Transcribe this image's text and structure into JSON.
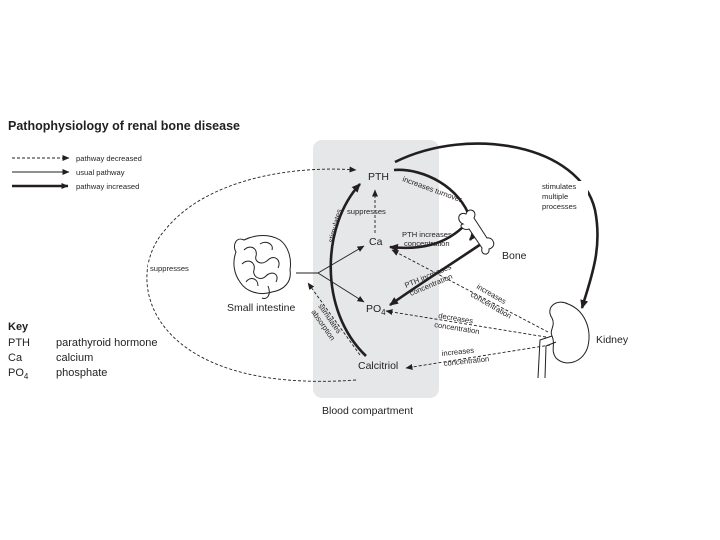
{
  "title": "Pathophysiology of renal bone disease",
  "legend": [
    {
      "label": "pathway decreased",
      "style": "dashed"
    },
    {
      "label": "usual pathway",
      "style": "solid"
    },
    {
      "label": "pathway increased",
      "style": "thick"
    }
  ],
  "nodes": {
    "pth": "PTH",
    "ca": "Ca",
    "po4_base": "PO",
    "po4_sub": "4",
    "calcitriol": "Calcitriol",
    "small_intestine": "Small intestine",
    "bone": "Bone",
    "kidney": "Kidney",
    "blood_compartment": "Blood compartment"
  },
  "edge_labels": {
    "suppresses_left": "suppresses",
    "suppresses_mid": "suppresses",
    "stimulates": "stimulates",
    "increases_turnover": "increases turnover",
    "pth_increases_conc_1": "PTH increases",
    "pth_increases_conc_2": "concentration",
    "pth_increases_conc_b1": "PTH increases",
    "pth_increases_conc_b2": "concentration",
    "stimulates_multiple_1": "stimulates",
    "stimulates_multiple_2": "multiple",
    "stimulates_multiple_3": "processes",
    "kidney_increases_1": "increases",
    "kidney_increases_2": "concentration",
    "decreases_1": "decreases",
    "decreases_2": "concentration",
    "increases_calc_1": "increases",
    "increases_calc_2": "concentration",
    "stim_absorption_1": "stimulates",
    "stim_absorption_2": "absorption"
  },
  "key": {
    "heading": "Key",
    "entries": [
      {
        "abbr": "PTH",
        "abbr_sub": "",
        "meaning": "parathyroid hormone"
      },
      {
        "abbr": "Ca",
        "abbr_sub": "",
        "meaning": "calcium"
      },
      {
        "abbr": "PO",
        "abbr_sub": "4",
        "meaning": "phosphate"
      }
    ]
  },
  "colors": {
    "ink": "#231f20",
    "compartment_fill": "#e6e7e8"
  }
}
